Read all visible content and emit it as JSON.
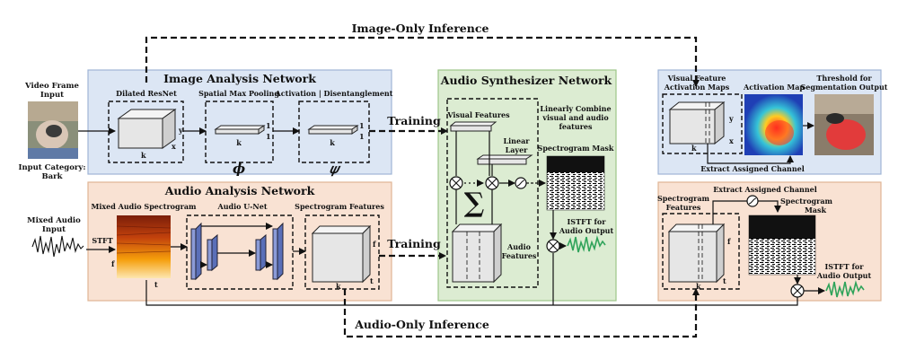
{
  "top_inference": "Image-Only Inference",
  "bottom_inference": "Audio-Only Inference",
  "video_frame_input": [
    "Video Frame",
    "Input"
  ],
  "input_category": [
    "Input Category:",
    "Bark"
  ],
  "mixed_audio_input": [
    "Mixed Audio",
    "Input"
  ],
  "stft": "STFT",
  "image_network": {
    "title": "Image Analysis Network",
    "dilated_resnet": "Dilated ResNet",
    "spatial_pool": "Spatial Max Pooling",
    "activation": "Activation | Disentanglement",
    "phi": "ϕ",
    "psi": "𝜓",
    "dims": {
      "y": "y",
      "x": "x",
      "k": "k",
      "one": "1"
    }
  },
  "audio_network": {
    "title": "Audio Analysis Network",
    "mixed_spectrogram": "Mixed Audio Spectrogram",
    "unet": "Audio U-Net",
    "spectrogram_features": "Spectrogram Features",
    "dims": {
      "f": "f",
      "t": "t",
      "k": "k"
    }
  },
  "synth_network": {
    "title": "Audio Synthesizer Network",
    "visual_features": "Visual Features",
    "linear_layer": [
      "Linear",
      "Layer"
    ],
    "linearly_combine": [
      "Linearly Combine",
      "visual and audio",
      "features"
    ],
    "spectrogram_mask": "Spectrogram Mask",
    "istft": [
      "ISTFT for",
      "Audio Output"
    ],
    "audio_features": [
      "Audio",
      "Features"
    ],
    "sum_symbol": "∑"
  },
  "training_label": "Training",
  "inference_image": {
    "visual_feature_maps": [
      "Visual Feature",
      "Activation Maps"
    ],
    "activation_map": "Activation Map",
    "threshold": [
      "Threshold for",
      "Segmentation Output"
    ],
    "extract_channel": "Extract Assigned Channel"
  },
  "inference_audio": {
    "extract_channel": "Extract Assigned Channel",
    "spectrogram_features": [
      "Spectrogram",
      "Features"
    ],
    "spectrogram_mask": [
      "Spectrogram",
      "Mask"
    ],
    "istft": [
      "ISTFT for",
      "Audio Output"
    ]
  },
  "colors": {
    "image_panel": "#dce6f4",
    "image_panel_border": "#9fb4d6",
    "audio_panel": "#f9e2d3",
    "audio_panel_border": "#e0b594",
    "synth_panel": "#dcecd2",
    "synth_panel_border": "#9cc689",
    "waveform_green": "#2fa35a"
  }
}
